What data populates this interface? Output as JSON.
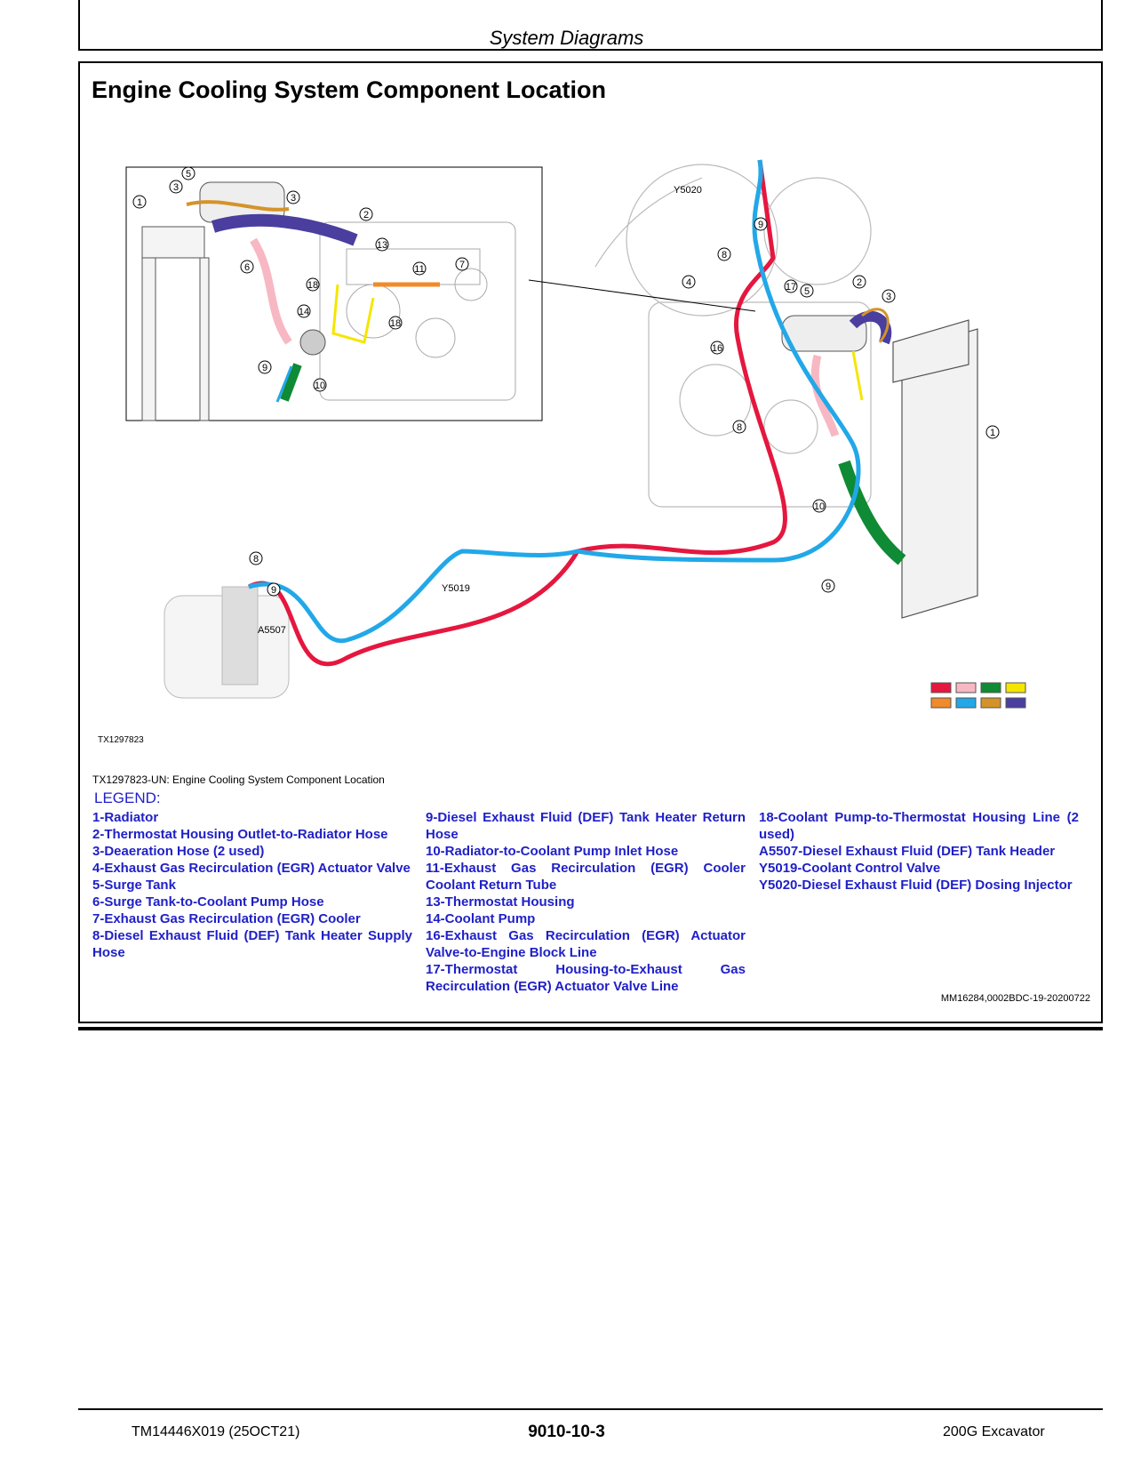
{
  "header": {
    "section_title": "System Diagrams"
  },
  "page_heading": "Engine Cooling System Component Location",
  "figure": {
    "id": "TX1297823",
    "callouts": [
      "1",
      "2",
      "3",
      "4",
      "5",
      "6",
      "7",
      "8",
      "9",
      "10",
      "11",
      "13",
      "14",
      "16",
      "17",
      "18"
    ],
    "component_tags": [
      "Y5020",
      "Y5019",
      "A5507"
    ],
    "swatch_colors": [
      "#e5173f",
      "#f7b8c3",
      "#0f8a35",
      "#f5e600",
      "#f08a2a",
      "#22a8e8",
      "#d4932a",
      "#4a3e9e"
    ]
  },
  "caption": "TX1297823-UN: Engine Cooling System Component Location",
  "legend": {
    "title": "LEGEND:",
    "columns": [
      [
        "1-Radiator",
        "2-Thermostat Housing Outlet-to-Radiator Hose",
        "3-Deaeration Hose (2 used)",
        "4-Exhaust Gas Recirculation (EGR) Actuator Valve",
        "5-Surge Tank",
        "6-Surge Tank-to-Coolant Pump Hose",
        "7-Exhaust Gas Recirculation (EGR) Cooler",
        "8-Diesel Exhaust Fluid (DEF) Tank Heater Supply Hose"
      ],
      [
        "9-Diesel Exhaust Fluid (DEF) Tank Heater Return Hose",
        "10-Radiator-to-Coolant Pump Inlet Hose",
        "11-Exhaust Gas Recirculation (EGR) Cooler Coolant Return Tube",
        "13-Thermostat Housing",
        "14-Coolant Pump",
        "16-Exhaust Gas Recirculation (EGR) Actuator Valve-to-Engine Block Line",
        "17-Thermostat Housing-to-Exhaust Gas Recirculation (EGR) Actuator Valve Line"
      ],
      [
        "18-Coolant Pump-to-Thermostat Housing Line (2 used)",
        "A5507-Diesel Exhaust Fluid (DEF) Tank Header",
        "Y5019-Coolant Control Valve",
        "Y5020-Diesel Exhaust Fluid (DEF) Dosing Injector"
      ]
    ]
  },
  "doc_ref": "MM16284,0002BDC-19-20200722",
  "footer": {
    "left": "TM14446X019 (25OCT21)",
    "center": "9010-10-3",
    "right": "200G Excavator"
  }
}
